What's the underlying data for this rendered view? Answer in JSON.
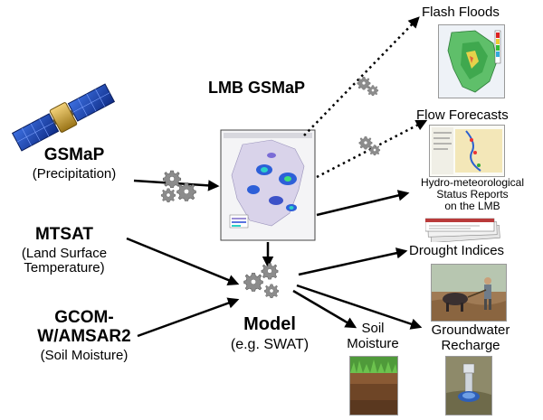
{
  "title": "LMB GSMaP",
  "inputs": {
    "gsmap": {
      "name": "GSMaP",
      "detail": "(Precipitation)"
    },
    "mtsat": {
      "name": "MTSAT",
      "detail_line1": "(Land Surface",
      "detail_line2": "Temperature)"
    },
    "gcom": {
      "name_line1": "GCOM-",
      "name_line2": "W/AMSAR2",
      "detail": "(Soil Moisture)"
    }
  },
  "model": {
    "name": "Model",
    "detail": "(e.g. SWAT)"
  },
  "outputs": {
    "flash_floods": "Flash Floods",
    "flow_forecasts": "Flow Forecasts",
    "status_reports": [
      "Hydro-meteorological",
      "Status Reports",
      "on the LMB"
    ],
    "drought_indices": "Drought Indices",
    "soil_moisture": [
      "Soil",
      "Moisture"
    ],
    "groundwater_recharge": [
      "Groundwater",
      "Recharge"
    ]
  },
  "colors": {
    "arrow": "#000000",
    "gear": "#8c8c8c",
    "panel_blue": "#1a3fa8",
    "satellite_gold": "#c9a227"
  },
  "icons": [
    "satellite-icon",
    "gear-icon"
  ]
}
